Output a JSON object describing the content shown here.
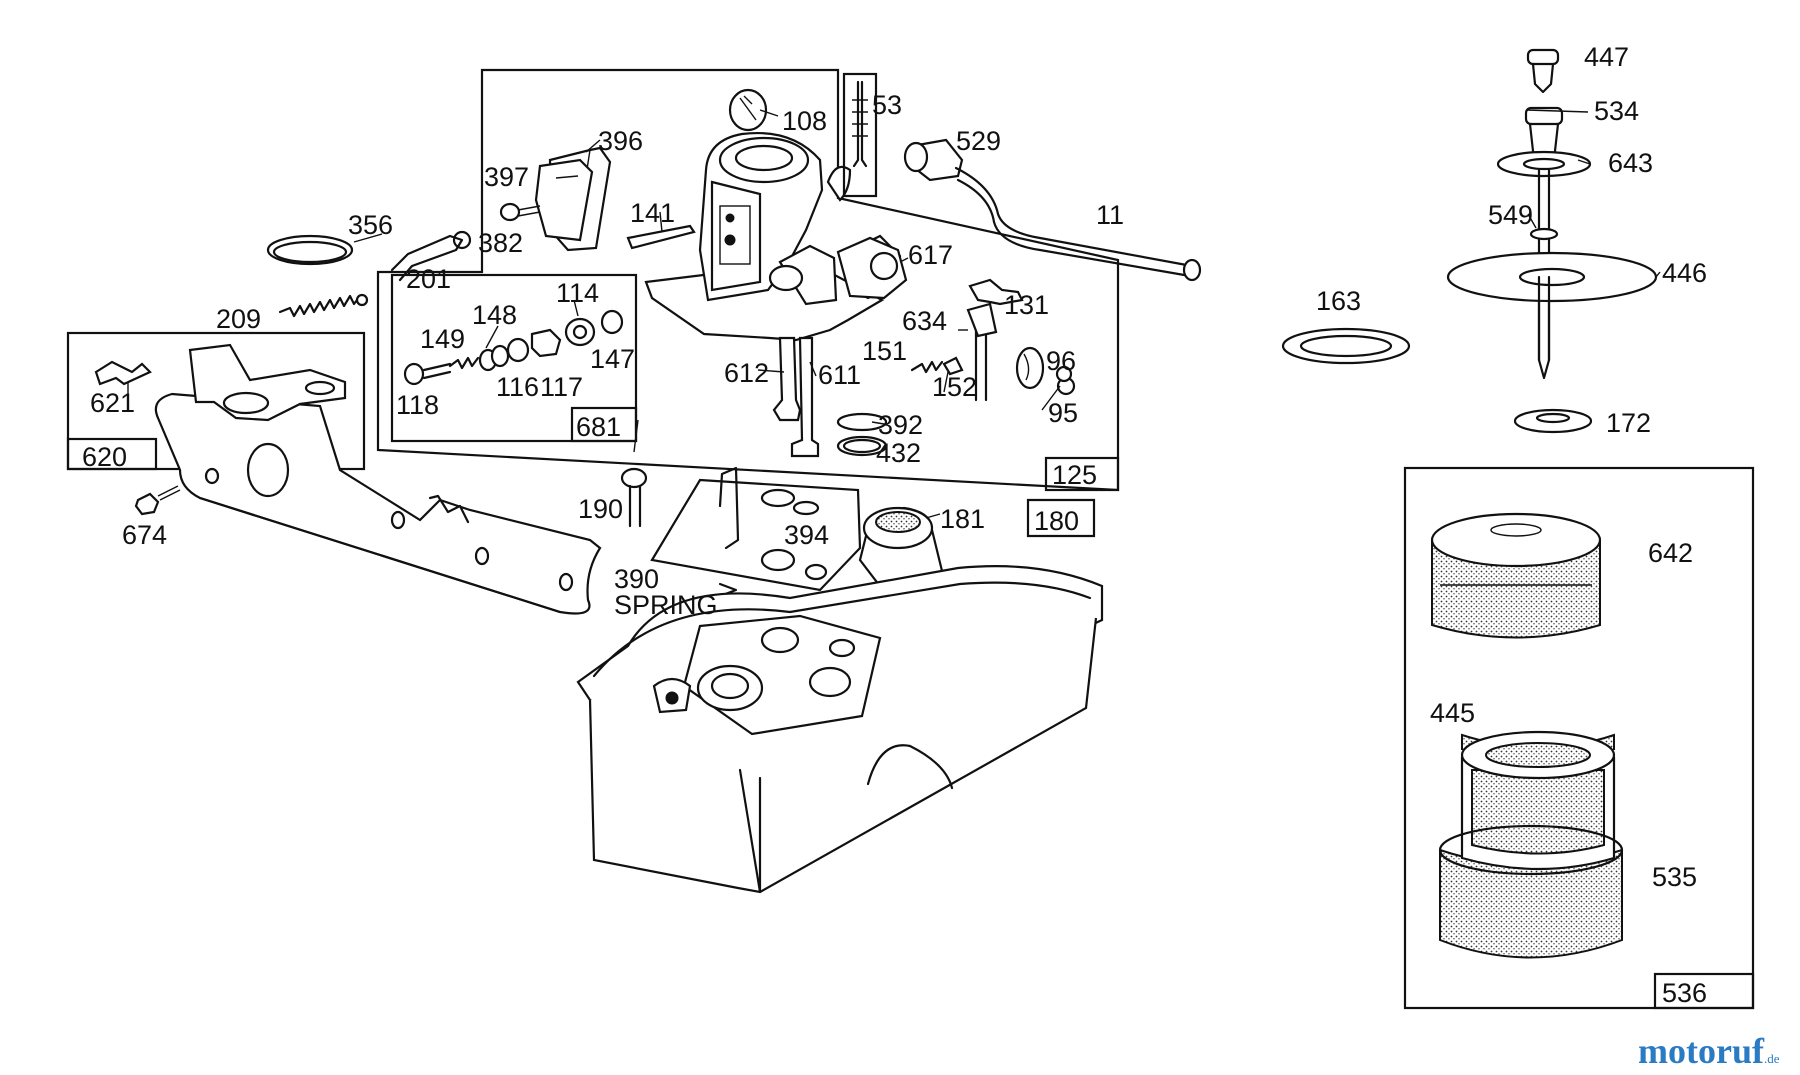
{
  "labels": {
    "l447": "447",
    "l534": "534",
    "l643": "643",
    "l549": "549",
    "l446": "446",
    "l163": "163",
    "l172": "172",
    "l642": "642",
    "l445": "445",
    "l535": "535",
    "l536": "536",
    "l53": "53",
    "l108": "108",
    "l529": "529",
    "l396": "396",
    "l397": "397",
    "l356": "356",
    "l382": "382",
    "l141": "141",
    "l11": "11",
    "l201": "201",
    "l617": "617",
    "l209": "209",
    "l114": "114",
    "l148": "148",
    "l149": "149",
    "l147": "147",
    "l118": "118",
    "l116": "116",
    "l117": "117",
    "l681": "681",
    "l634": "634",
    "l131": "131",
    "l151": "151",
    "l96": "96",
    "l612": "612",
    "l611": "611",
    "l152": "152",
    "l95": "95",
    "l392": "392",
    "l432": "432",
    "l125": "125",
    "l621": "621",
    "l620": "620",
    "l674": "674",
    "l190": "190",
    "l181": "181",
    "l180": "180",
    "l394": "394",
    "l390": "390",
    "lspring": "SPRING"
  },
  "watermark": {
    "name": "motoruf",
    "suffix": ".de",
    "color": "#2b7bc4"
  }
}
